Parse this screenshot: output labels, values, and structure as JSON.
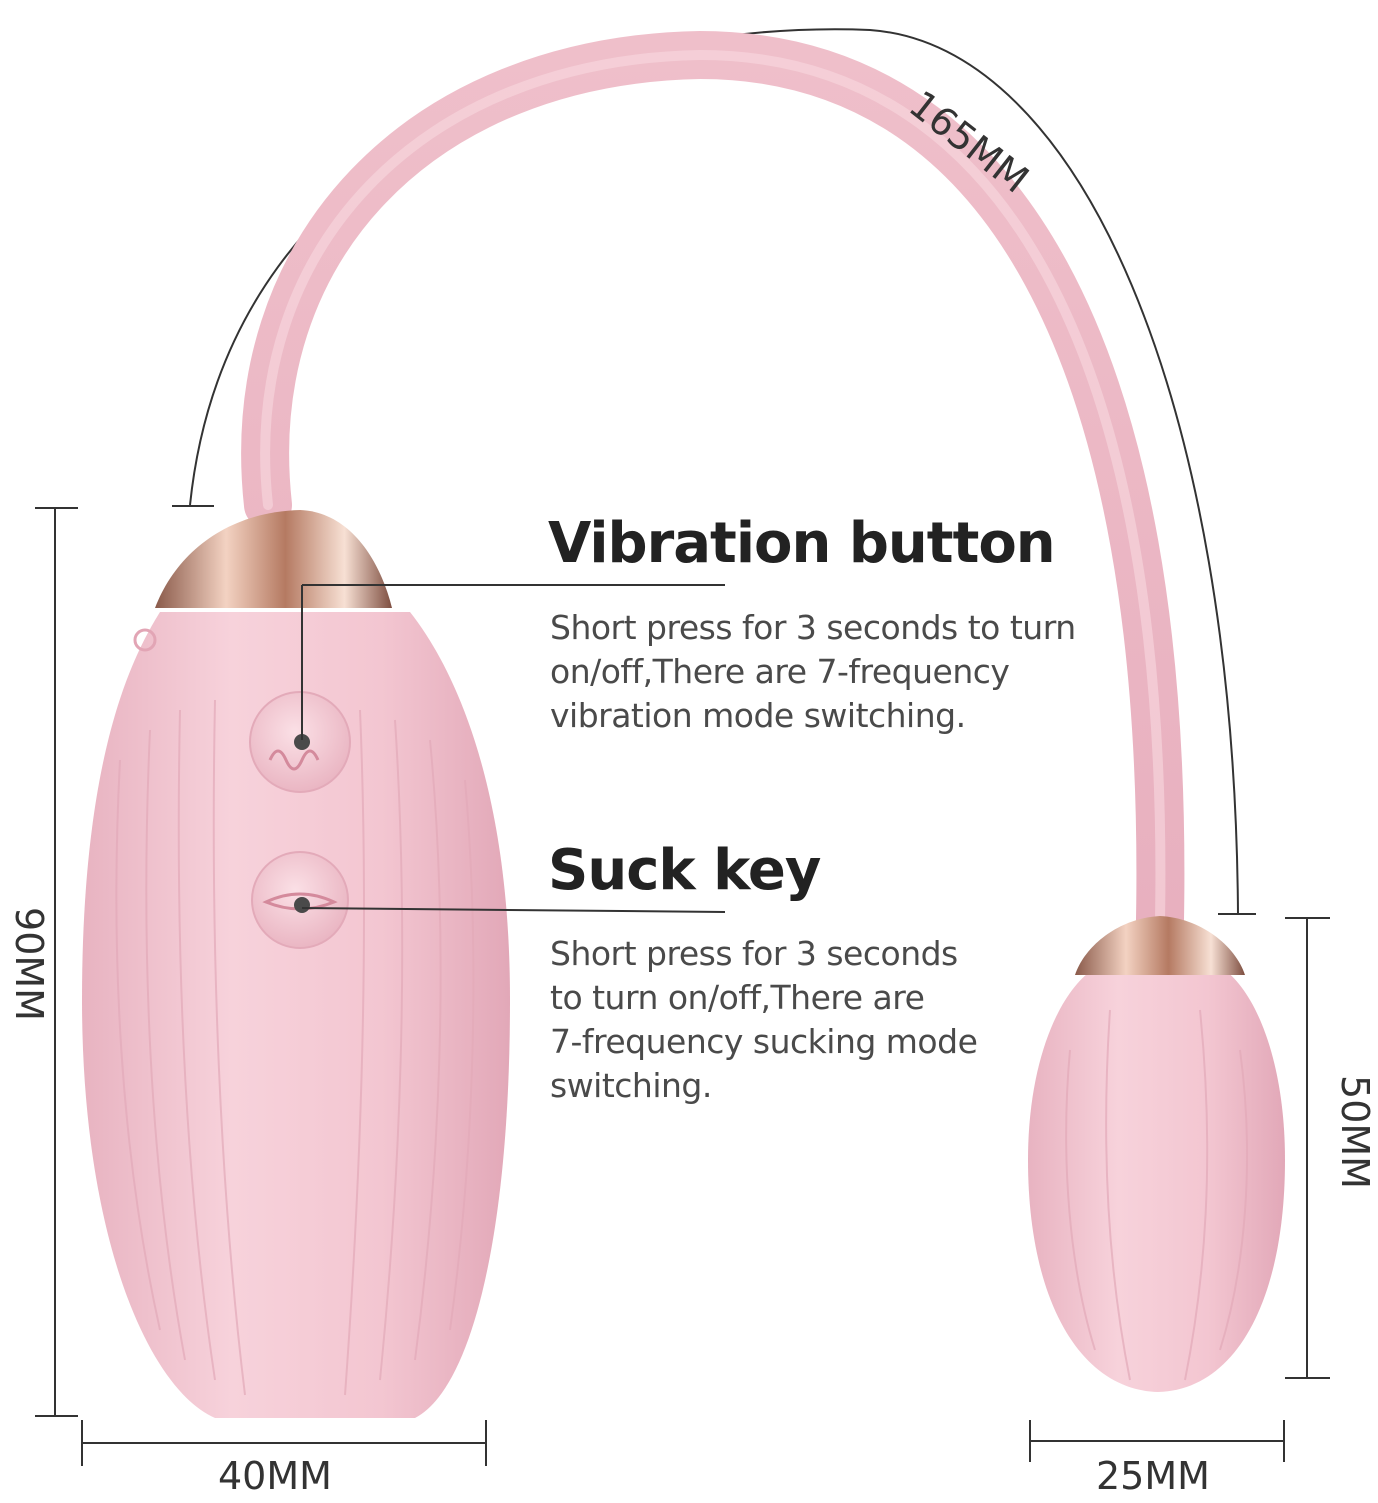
{
  "colors": {
    "body_pink": "#f2c5d0",
    "body_shadow": "#e4a9b8",
    "cap_gold": "#d9a58a",
    "line": "#333333",
    "text": "#222222"
  },
  "vibration": {
    "title": "Vibration button",
    "desc_lines": [
      "Short press for 3 seconds to turn",
      "on/off,There are 7-frequency",
      "vibration mode switching."
    ]
  },
  "suck": {
    "title": "Suck key",
    "desc_lines": [
      "Short press for 3 seconds",
      "to turn on/off,There are",
      "7-frequency sucking mode",
      "switching."
    ]
  },
  "dimensions": {
    "arc_length": "165MM",
    "main_height": "90MM",
    "main_width": "40MM",
    "egg_height": "50MM",
    "egg_width": "25MM"
  }
}
